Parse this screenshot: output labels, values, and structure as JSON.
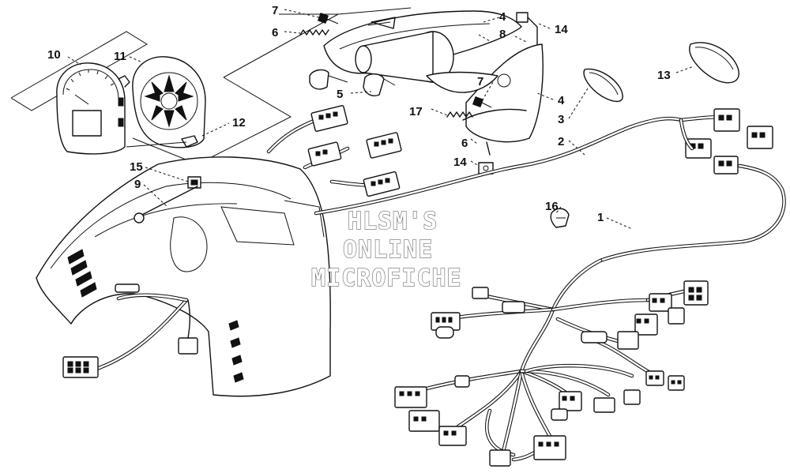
{
  "diagram": {
    "callouts": [
      "1",
      "2",
      "3",
      "4",
      "4",
      "5",
      "6",
      "6",
      "7",
      "7",
      "8",
      "9",
      "10",
      "11",
      "12",
      "13",
      "14",
      "14",
      "15",
      "16",
      "17"
    ],
    "watermark": [
      "HLSM'S",
      "ONLINE",
      "MICROFICHE"
    ]
  },
  "parts": {
    "wiring_harness": "wiring-harness-icon",
    "tachometer": "tachometer-gauge-icon",
    "gauge_housing": "gauge-housing-icon",
    "hood_panel": "hood-panel-icon",
    "clamp_ring": "clamp-ring-icon",
    "headlight_bucket": "headlight-bucket-icon"
  }
}
